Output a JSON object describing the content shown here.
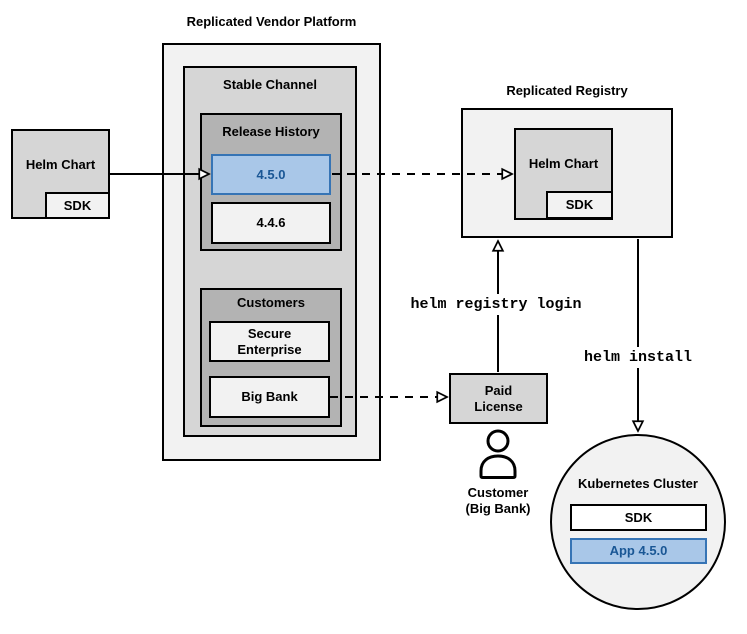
{
  "colors": {
    "box_light": "#f2f2f2",
    "box_medium": "#d6d6d6",
    "box_dark": "#b3b3b3",
    "box_white": "#ffffff",
    "blue_fill": "#a9c7e8",
    "blue_border": "#3674b5",
    "blue_text": "#1a5795",
    "line": "#000000"
  },
  "platform": {
    "title": "Replicated Vendor Platform",
    "stable_channel": {
      "label": "Stable Channel",
      "release_history": {
        "label": "Release History",
        "releases": [
          "4.5.0",
          "4.4.6"
        ]
      },
      "customers": {
        "label": "Customers",
        "items": [
          "Secure Enterprise",
          "Big Bank"
        ]
      }
    }
  },
  "vendor_chart": {
    "label": "Helm Chart",
    "sdk_label": "SDK"
  },
  "registry": {
    "title": "Replicated Registry",
    "helm_chart_label": "Helm Chart",
    "sdk_label": "SDK"
  },
  "license": {
    "label": "Paid License"
  },
  "customer": {
    "icon": "person-icon",
    "line1": "Customer",
    "line2": "(Big Bank)"
  },
  "cluster": {
    "title": "Kubernetes Cluster",
    "sdk_label": "SDK",
    "app_label": "App 4.5.0"
  },
  "commands": {
    "registry_login": "helm registry login",
    "install": "helm install"
  }
}
